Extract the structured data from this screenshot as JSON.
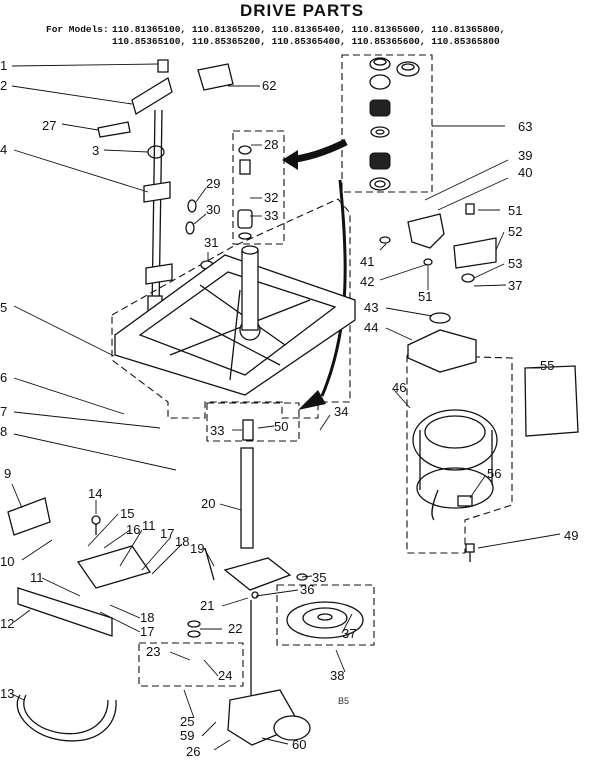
{
  "header": {
    "title": "DRIVE PARTS",
    "models_label": "For Models:",
    "models_line1": "110.81365100, 110.81365200, 110.81365400, 110.81365600, 110.81365800,",
    "models_line2": "110.85365100, 110.85365200, 110.85365400, 110.85365600, 110.85365800"
  },
  "callouts": [
    "1",
    "2",
    "62",
    "27",
    "3",
    "4",
    "28",
    "29",
    "32",
    "30",
    "33",
    "31",
    "63",
    "39",
    "40",
    "51",
    "41",
    "52",
    "42",
    "53",
    "51",
    "37",
    "43",
    "44",
    "5",
    "55",
    "46",
    "6",
    "34",
    "7",
    "33",
    "50",
    "8",
    "56",
    "9",
    "14",
    "20",
    "15",
    "16",
    "11",
    "17",
    "18",
    "19",
    "10",
    "35",
    "11",
    "36",
    "21",
    "18",
    "17",
    "22",
    "12",
    "37",
    "23",
    "24",
    "38",
    "13",
    "25",
    "59",
    "26",
    "60",
    "49"
  ],
  "misc_mark": "B5"
}
